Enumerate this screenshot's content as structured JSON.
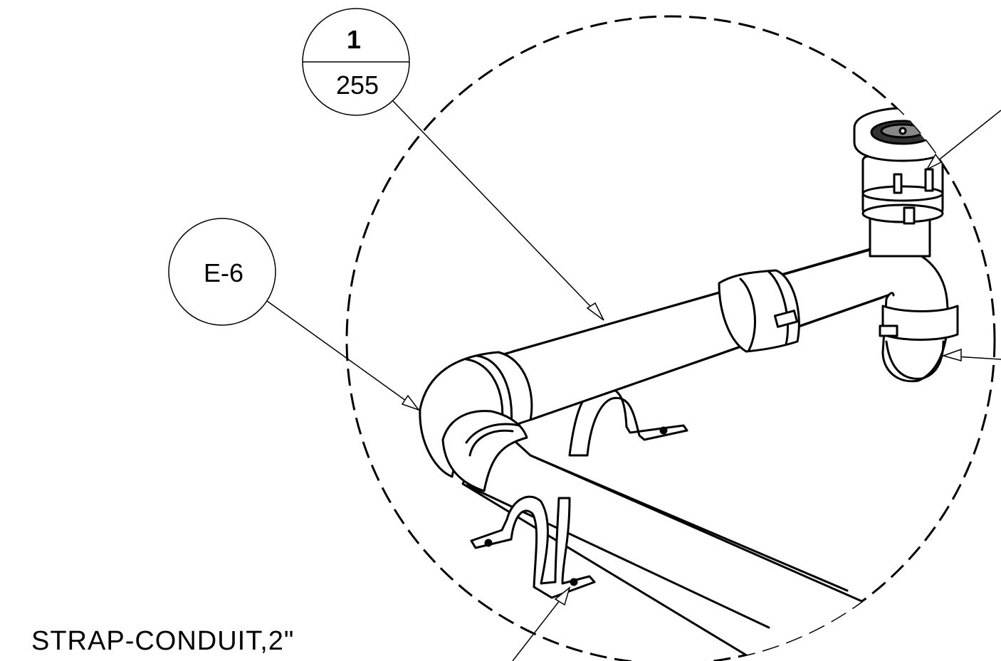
{
  "drawing": {
    "balloon_item": {
      "number": "1",
      "sheet": "255"
    },
    "balloon_ref": {
      "label": "E-6"
    },
    "caption": "STRAP-CONDUIT,2\""
  }
}
